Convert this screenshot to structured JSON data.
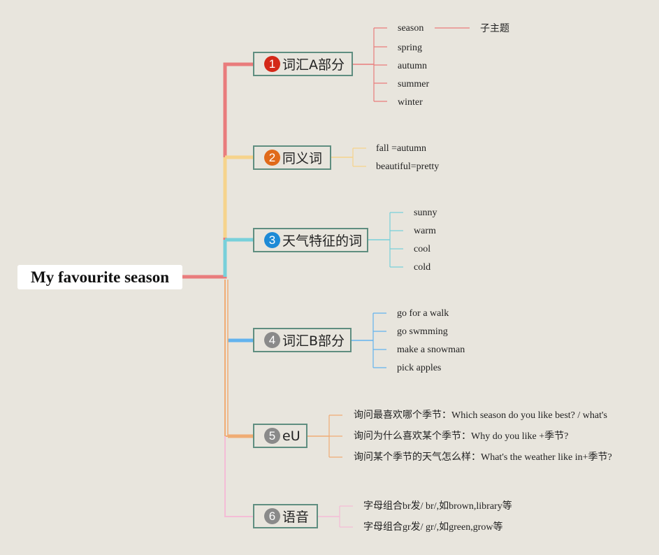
{
  "root": {
    "label": "My favourite season"
  },
  "branches": [
    {
      "badge": "1",
      "label": "词汇A部分",
      "color": "#e97c7c",
      "badge_color": "#d42818",
      "items": [
        "season",
        "spring",
        "autumn",
        "summer",
        "winter"
      ],
      "sub": {
        "label": "子主题"
      }
    },
    {
      "badge": "2",
      "label": "同义词",
      "color": "#f6d38c",
      "badge_color": "#e06a1a",
      "items": [
        "fall =autumn",
        "beautiful=pretty"
      ]
    },
    {
      "badge": "3",
      "label": "天气特征的词",
      "color": "#78d0da",
      "badge_color": "#1d8ad6",
      "items": [
        "sunny",
        "warm",
        "cool",
        "cold"
      ]
    },
    {
      "badge": "4",
      "label": "词汇B部分",
      "color": "#62b3ee",
      "badge_color": "#8a8a8a",
      "items": [
        "go for a walk",
        "go swmming",
        "make a snowman",
        "pick apples"
      ]
    },
    {
      "badge": "5",
      "label": "eU",
      "color": "#f0ac74",
      "badge_color": "#8a8a8a",
      "items": [
        "询问最喜欢哪个季节：Which season do you like best? / what's",
        "询问为什么喜欢某个季节：Why do you like +季节?",
        "询问某个季节的天气怎么样：What's the weather like in+季节?"
      ]
    },
    {
      "badge": "6",
      "label": "语音",
      "color": "#f4bcd6",
      "badge_color": "#8a8a8a",
      "items": [
        "字母组合br发/ br/,如brown,library等",
        "字母组合gr发/ gr/,如green,grow等"
      ]
    }
  ]
}
